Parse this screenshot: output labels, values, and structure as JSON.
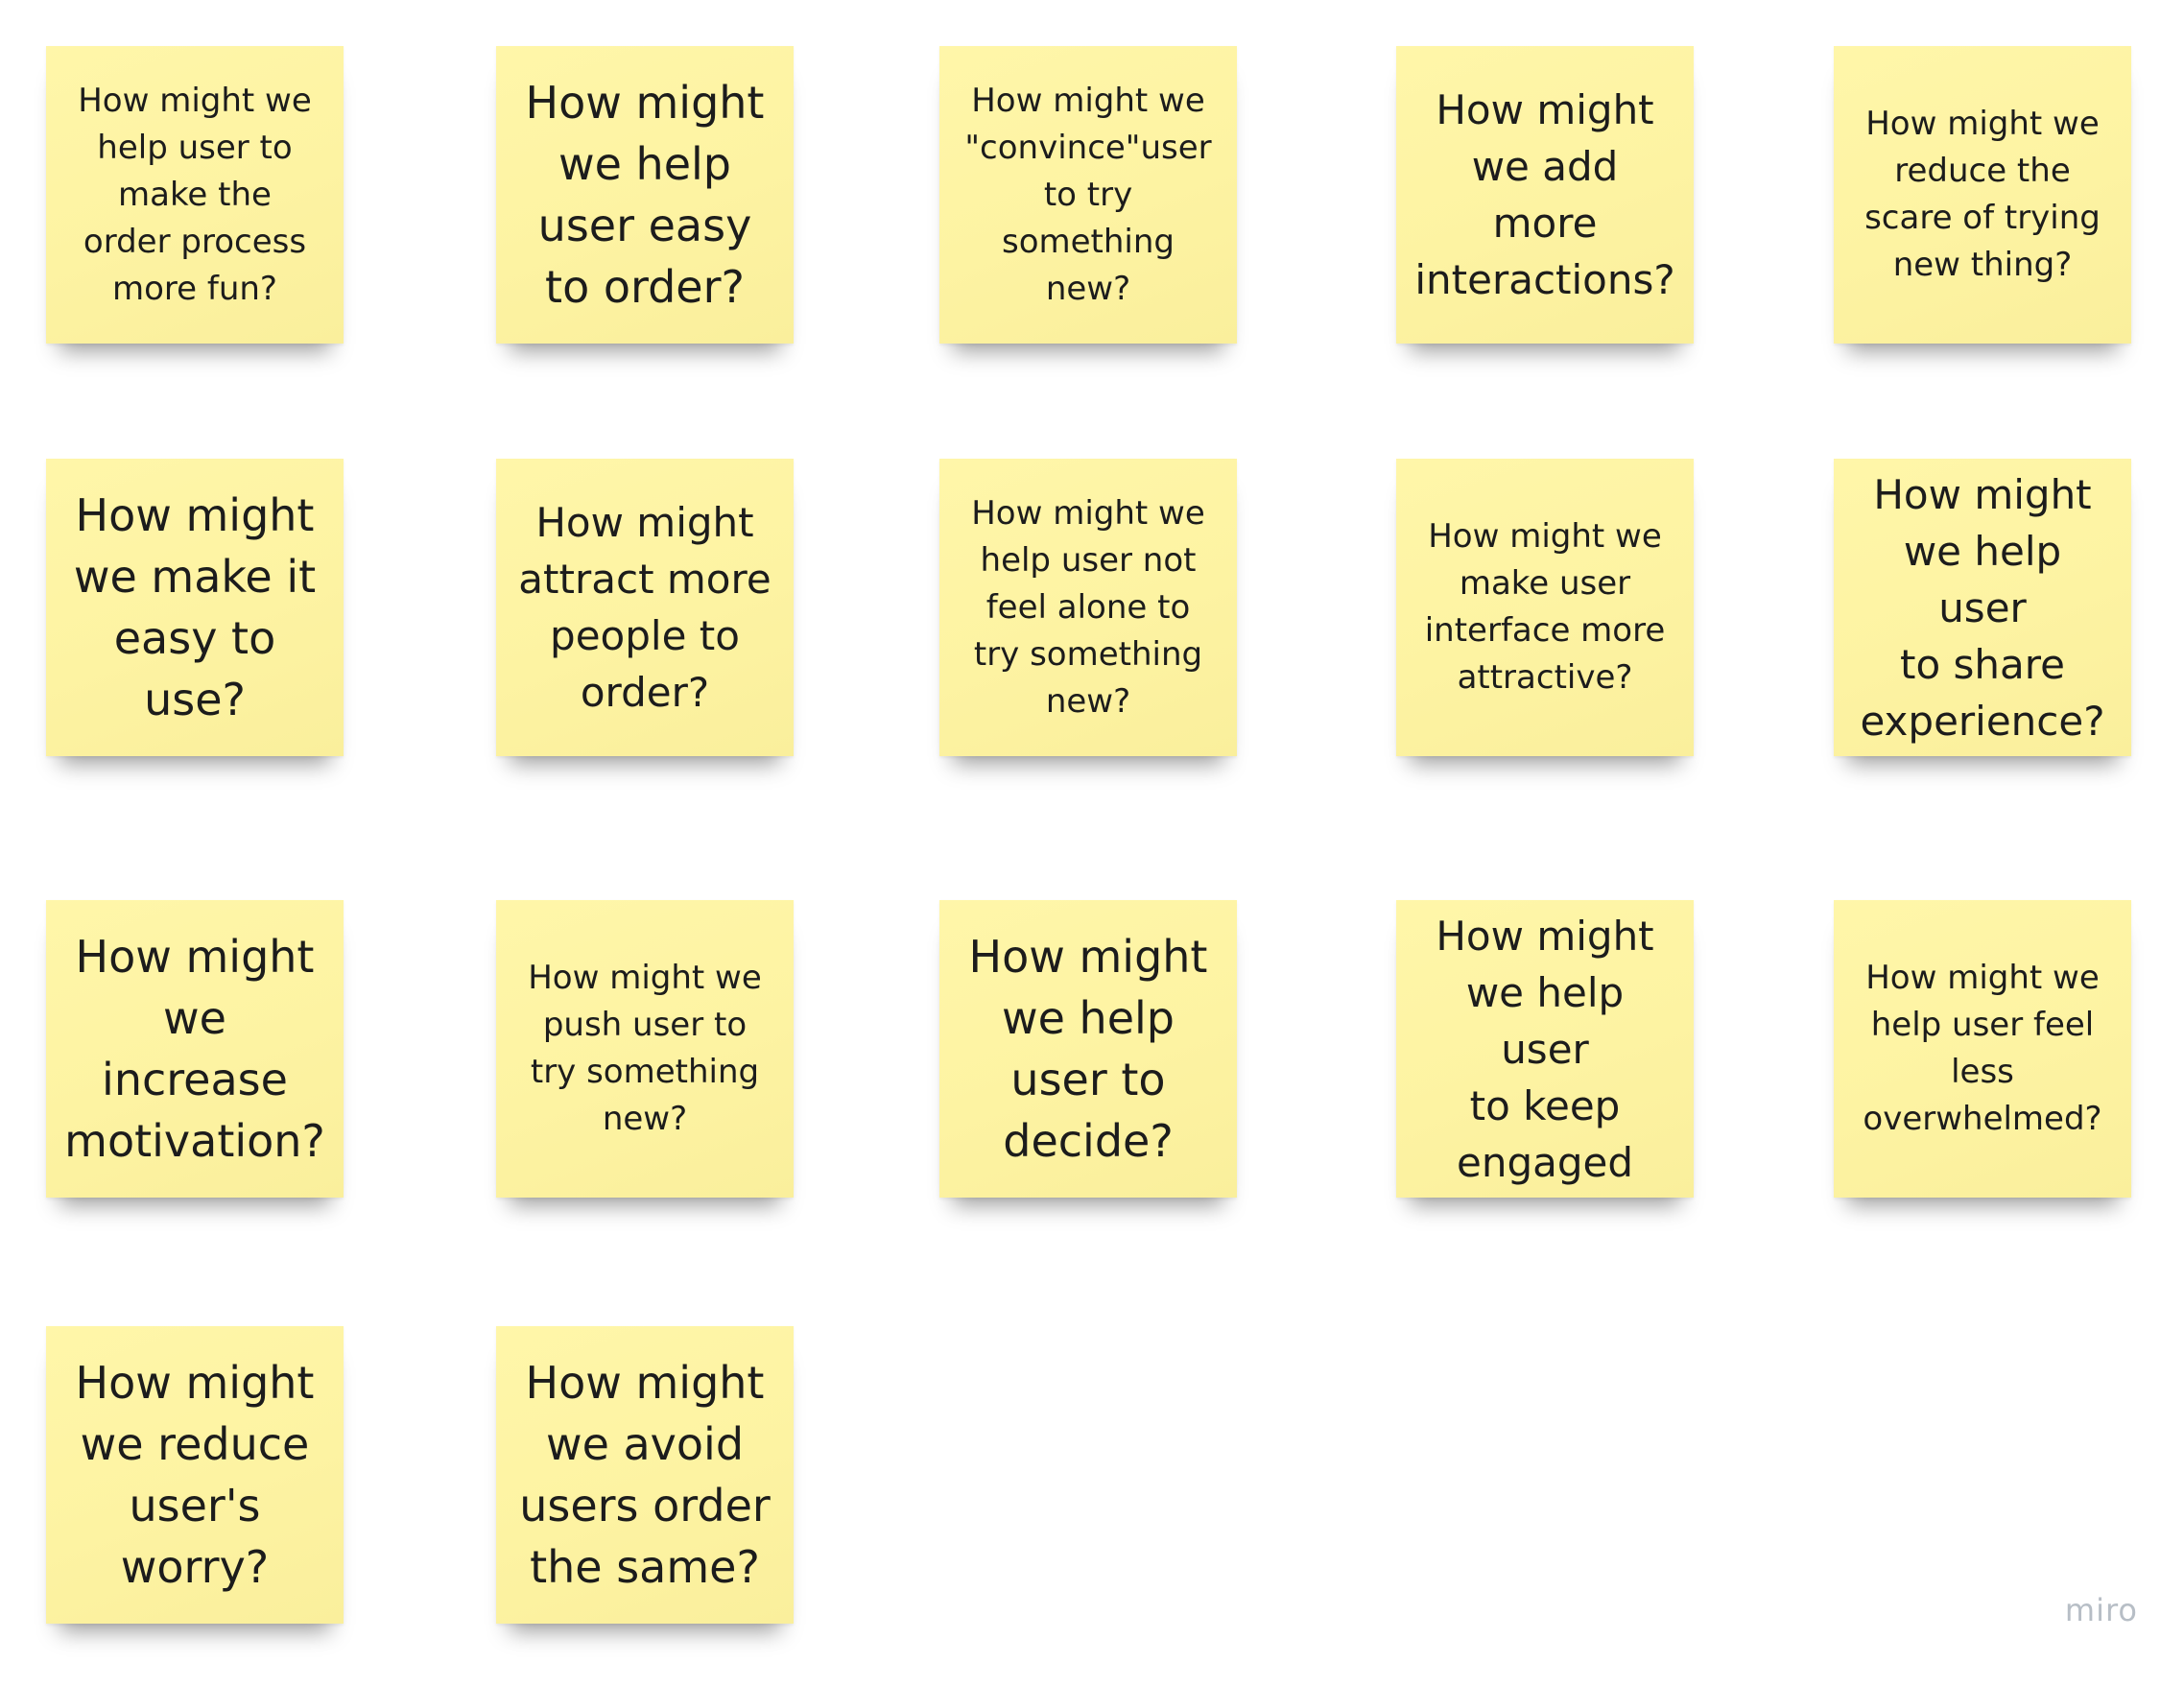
{
  "board": {
    "notes": [
      "How might we\nhelp user to\nmake the\norder process\nmore fun?",
      "How might\nwe help\nuser easy\nto order?",
      "How might we\n\"convince\"user\nto try\nsomething\nnew?",
      "How might\nwe add\nmore\ninteractions?",
      "How might we\nreduce the\nscare of trying\nnew thing?",
      "How might\nwe make it\neasy to\nuse?",
      "How might\nattract more\npeople to\norder?",
      "How might we\nhelp user not\nfeel alone to\ntry something\nnew?",
      "How might we\nmake user\ninterface more\nattractive?",
      "How might\nwe help user\nto share\nexperience?",
      "How might\nwe increase\nmotivation?",
      "How might we\npush user to\ntry something\nnew?",
      "How might\nwe help\nuser to\ndecide?",
      "How might\nwe help user\nto keep\nengaged",
      "How might we\nhelp user feel\nless\noverwhelmed?",
      "How might\nwe reduce\nuser's\nworry?",
      "How might\nwe avoid\nusers order\nthe same?"
    ],
    "note_color": "#fdf3a2",
    "watermark": "miro"
  }
}
